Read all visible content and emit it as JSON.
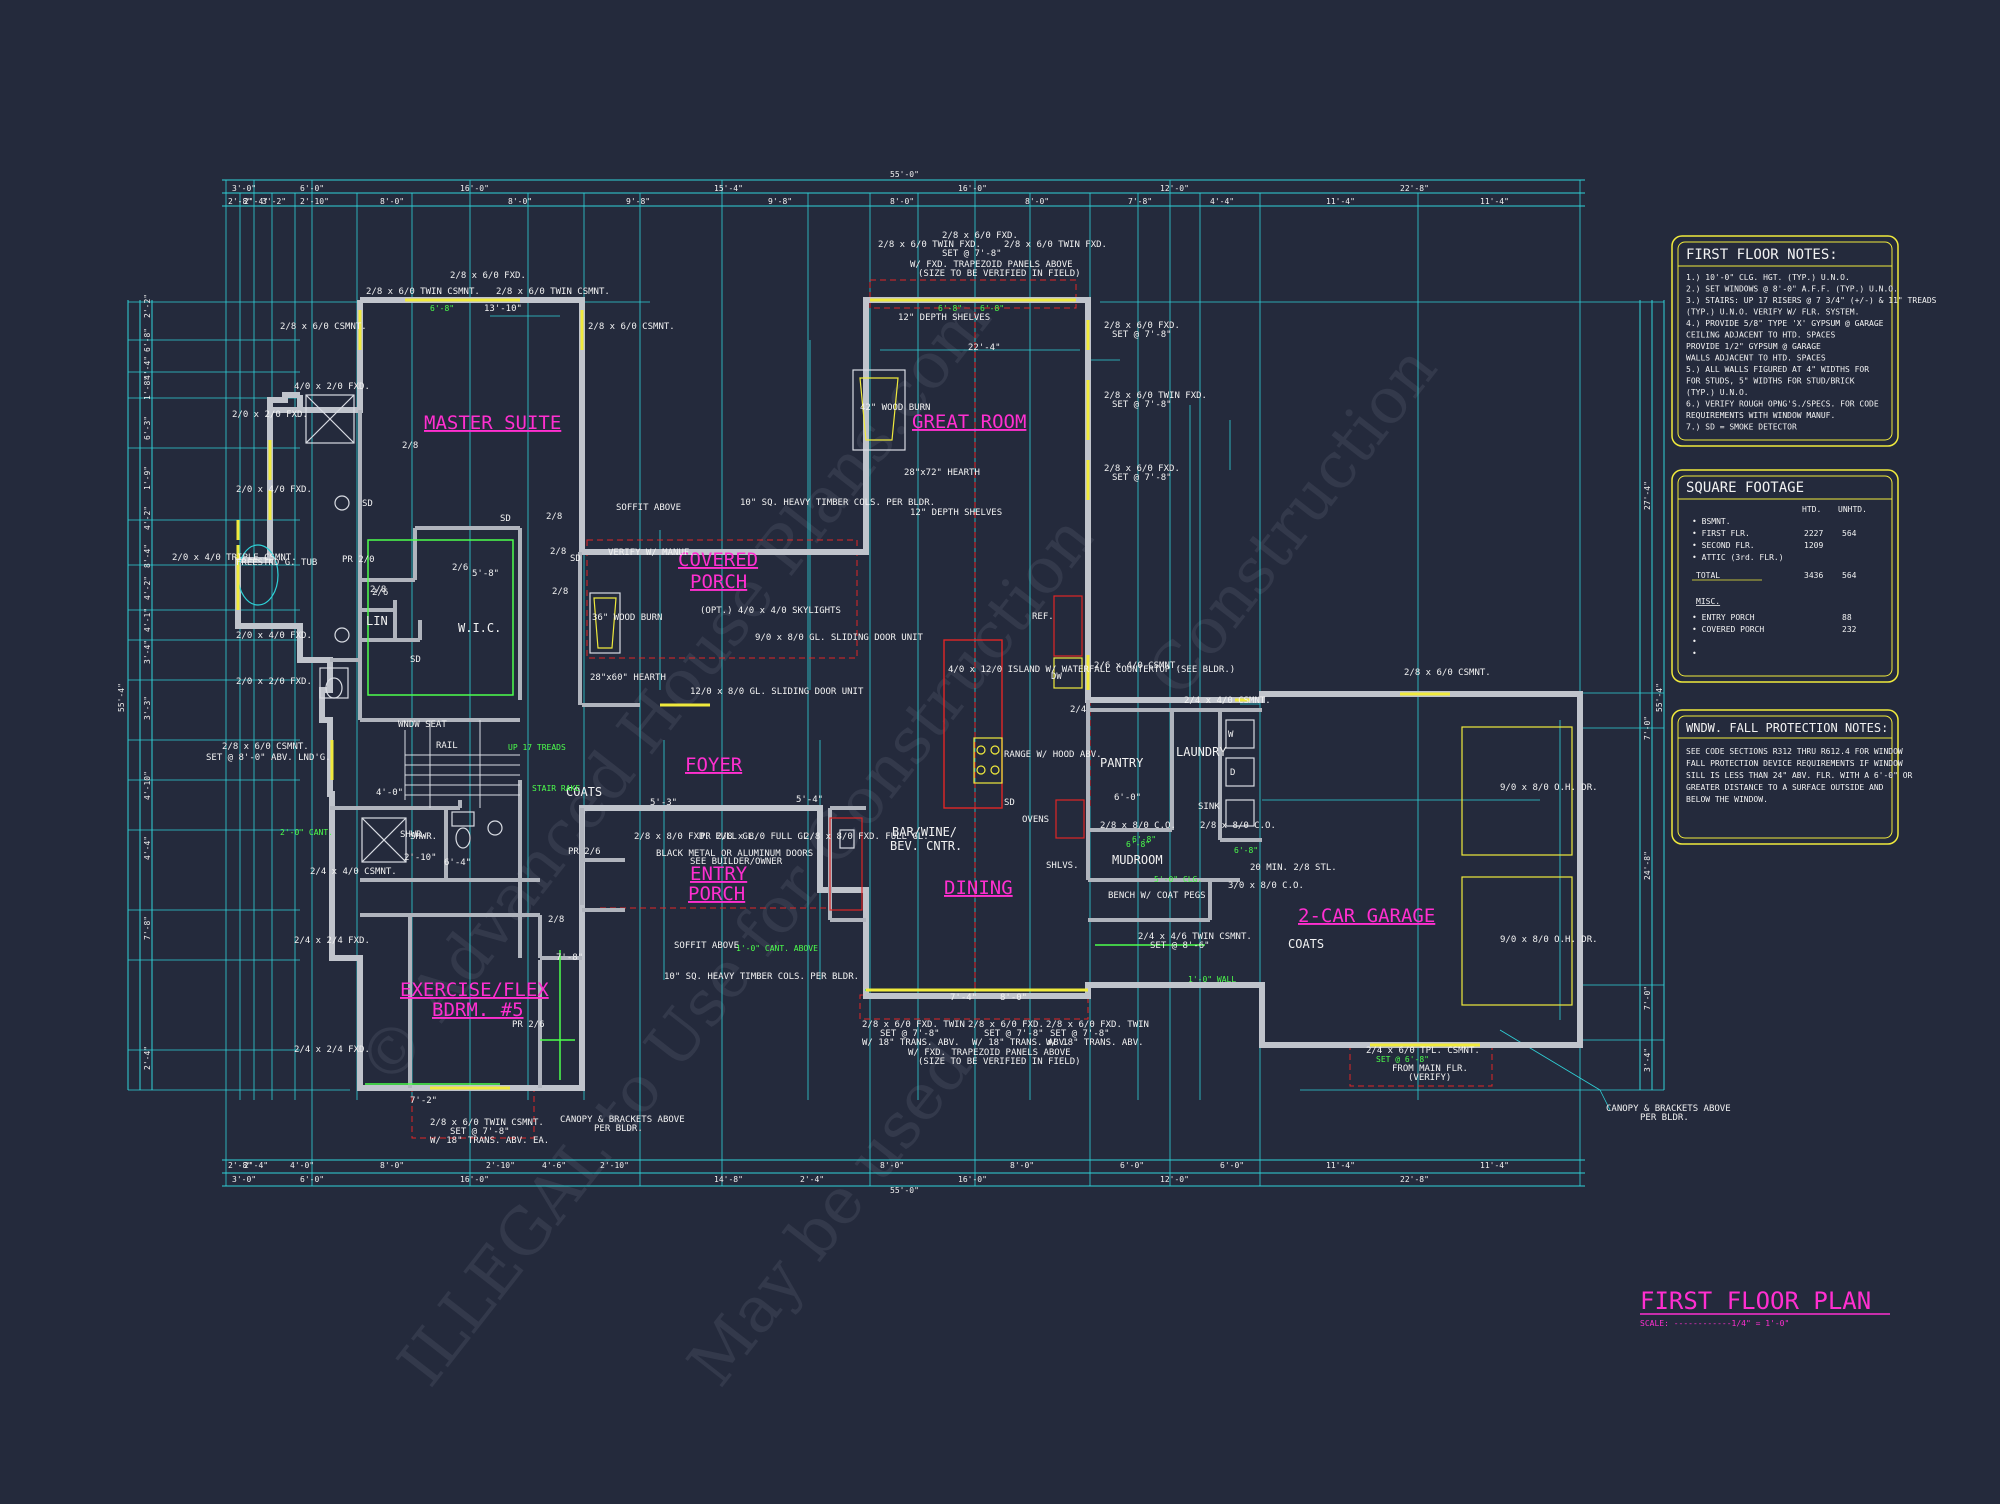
{
  "title_block": {
    "title": "FIRST FLOOR PLAN",
    "scale": "SCALE: ------------1/4\" = 1'-0\""
  },
  "watermarks": [
    "© Advanced House Plans.com",
    "Construction",
    "ILLEGAL to Use for Construction",
    "May be used"
  ],
  "colors": {
    "background": "#242a3c",
    "dimension": "#2fd2d8",
    "wall": "#b9bdc8",
    "room_label": "#ff2fd0",
    "window": "#f0ea3c",
    "hidden": "#e02626",
    "green": "#4cff4c",
    "notes_border": "#f0ea3c"
  },
  "rooms": {
    "master_suite": "MASTER SUITE",
    "great_room": "GREAT ROOM",
    "covered_porch": [
      "COVERED",
      "PORCH"
    ],
    "foyer": "FOYER",
    "entry_porch": [
      "ENTRY",
      "PORCH"
    ],
    "dining": "DINING",
    "garage": "2-CAR GARAGE",
    "exercise": [
      "EXERCISE/FLEX",
      "BDRM. #5"
    ]
  },
  "small_rooms": {
    "wic": "W.I.C.",
    "lin": "LIN",
    "pantry": "PANTRY",
    "laundry": "LAUNDRY",
    "mudroom": "MUDROOM",
    "coats1": "COATS",
    "coats2": "COATS",
    "bar": [
      "BAR/WINE/",
      "BEV. CNTR."
    ]
  },
  "overall_dims": {
    "top": "55'-0\"",
    "bottom": "55'-0\"",
    "left": "55'-4\"",
    "right": "55'-4\""
  },
  "top_dims_row1": [
    "3'-0\"",
    "6'-0\"",
    "16'-0\"",
    "15'-4\"",
    "16'-0\"",
    "12'-0\"",
    "22'-8\""
  ],
  "top_dims_row2": [
    "2'-8\"",
    "2'-4\"",
    "3'-2\"",
    "2'-10\"",
    "8'-0\"",
    "8'-0\"",
    "9'-8\"",
    "9'-8\"",
    "8'-0\"",
    "8'-0\"",
    "7'-8\"",
    "4'-4\"",
    "11'-4\"",
    "11'-4\""
  ],
  "bottom_dims_row1": [
    "2'-8\"",
    "2'-4\"",
    "4'-0\"",
    "8'-0\"",
    "2'-10\"",
    "4'-6\"",
    "2'-10\"",
    "8'-0\"",
    "8'-0\"",
    "6'-0\"",
    "6'-0\"",
    "11'-4\"",
    "11'-4\""
  ],
  "bottom_dims_row2": [
    "3'-0\"",
    "6'-0\"",
    "16'-0\"",
    "14'-8\"",
    "2'-4\"",
    "16'-0\"",
    "12'-0\"",
    "22'-8\""
  ],
  "left_dims": [
    "2'-2\"",
    "6'-8\"",
    "4'-4\"",
    "1'-8\"",
    "6'-3\"",
    "1'-9\"",
    "4'-2\"",
    "8'-4\"",
    "4'-2\"",
    "4'-1\"",
    "3'-4\"",
    "3'-3\"",
    "4'-10\"",
    "4'-4\"",
    "7'-8\"",
    "2'-4\""
  ],
  "right_dims": [
    "27'-4\"",
    "7'-0\"",
    "24'-8\"",
    "7'-0\"",
    "3'-4\""
  ],
  "callouts": [
    "2/8 x 6/0 FXD.",
    "2/8 x 6/0 TWIN CSMNT.",
    "2/8 x 6/0 TWIN CSMNT.",
    "2/8 x 6/0 CSMNT.",
    "2/8 x 6/0 CSMNT.",
    "4/0 x 2/0 FXD.",
    "2/0 x 2/0 FXD.",
    "2/0 x 4/0 FXD.",
    "2/0 x 4/0 TRIPLE CSMNT.",
    "2/0 x 4/0 FXD.",
    "2/0 x 2/0 FXD.",
    "2/8 x 6/0 CSMNT.",
    "SET @ 8'-0\" ABV. LND'G.",
    "2'-0\" CANT.",
    "2/4 x 4/0 CSMNT.",
    "2/4 x 2/4 FXD.",
    "2/4 x 2/4 FXD.",
    "2/8 x 6/0 TWIN CSMNT.",
    "SET @ 7'-8\"",
    "W/ 18\" TRANS. ABV. EA.",
    "CANOPY & BRACKETS ABOVE",
    "PER BLDR.",
    "2/8 x 6/0 FXD.",
    "2/8 x 6/0 TWIN FXD.",
    "2/8 x 6/0 TWIN FXD.",
    "SET @ 7'-8\"",
    "W/ FXD. TRAPEZOID PANELS ABOVE",
    "(SIZE TO BE VERIFIED IN FIELD)",
    "2/8 x 6/0 FXD.",
    "SET @ 7'-8\"",
    "2/8 x 6/0 TWIN FXD.",
    "SET @ 7'-8\"",
    "2/8 x 6/0 FXD.",
    "SET @ 7'-8\"",
    "2/6 x 4/0 CSMNT.",
    "2/4 x 4/0 CSMNT.",
    "2/8 x 6/0 CSMNT.",
    "2/8 x 6/0 FXD. TWIN",
    "SET @ 7'-8\"",
    "W/ 18\" TRANS. ABV.",
    "2/8 x 6/0 FXD.",
    "SET @ 7'-8\"",
    "W/ 18\" TRANS. ABV.",
    "2/8 x 6/0 FXD. TWIN",
    "SET @ 7'-8\"",
    "W/ 18\" TRANS. ABV.",
    "W/ FXD. TRAPEZOID PANELS ABOVE",
    "(SIZE TO BE VERIFIED IN FIELD)",
    "2/4 x 4/6 TWIN CSMNT.",
    "SET @ 8'-6\"",
    "2/4 x 6/0 TPL. CSMNT.",
    "SET @ 6'-8\"",
    "FROM MAIN FLR.",
    "(VERIFY)",
    "CANOPY & BRACKETS ABOVE",
    "PER BLDR.",
    "12\" DEPTH SHELVES",
    "42\" WOOD BURN",
    "28\"x72\" HEARTH",
    "12\" DEPTH SHELVES",
    "SOFFIT ABOVE",
    "10\" SQ. HEAVY TIMBER COLS. PER BLDR.",
    "VERIFY W/ MANUF.",
    "36\" WOOD BURN",
    "28\"x60\" HEARTH",
    "(OPT.) 4/0 x 4/0 SKYLIGHTS",
    "9/0 x 8/0 GL. SLIDING DOOR UNIT",
    "12/0 x 8/0 GL. SLIDING DOOR UNIT",
    "4/0 x 12/0 ISLAND W/ WATERFALL COUNTERTOP (SEE BLDR.)",
    "RANGE W/ HOOD ABV.",
    "OVENS",
    "REF.",
    "DW",
    "SINK",
    "W",
    "D",
    "2/8 x 8/0 FXD. FULL GL.",
    "PR 2/8 x 8/0 FULL GL.",
    "2/8 x 8/0 FXD. FULL GL.",
    "BLACK METAL OR ALUMINUM DOORS",
    "SEE BUILDER/OWNER",
    "SOFFIT ABOVE",
    "10\" SQ. HEAVY TIMBER COLS. PER BLDR.",
    "1'-0\" CANT. ABOVE",
    "9/0 x 8/0 O.H. DR.",
    "9/0 x 8/0 O.H. DR.",
    "20 MIN. 2/8 STL.",
    "BENCH W/ COAT PEGS",
    "5'-0\" CLG.",
    "1'-0\" WALL",
    "WNDW SEAT",
    "RAIL",
    "UP 17 TREADS",
    "STAIR RAKE",
    "SHWR.",
    "SHWR.",
    "FREESTND'G. TUB",
    "PR 2/0",
    "PR 2/6",
    "PR 2/6",
    "2/8",
    "2/8",
    "2/8",
    "2/6",
    "2/6",
    "2/8",
    "2/8",
    "2/8",
    "2/4",
    "2/8 x 8/0 C.O.",
    "2/8 x 8/0 C.O.",
    "3/0 x 8/0 C.O.",
    "SHLVS.",
    "SD",
    "SD",
    "SD",
    "SD",
    "SD",
    "6'-8\"",
    "6'-8\"",
    "6'-8\"",
    "6'-8\"",
    "6'-8\"",
    "6'-8\"",
    "13'-10\"",
    "7'-4\"",
    "8'-0\"",
    "22'-4\"",
    "5'-8\"",
    "5'-3\"",
    "6'-0\"",
    "4'-0\"",
    "6'-4\"",
    "2'-10\"",
    "7'-2\"",
    "7'-8\"",
    "5'-4\"",
    "2'-4\"",
    "4'-0\""
  ],
  "notes": {
    "first_floor": {
      "title": "FIRST FLOOR NOTES:",
      "lines": [
        "1.) 10'-0\" CLG. HGT. (TYP.) U.N.O.",
        "2.) SET WINDOWS @ 8'-0\" A.F.F. (TYP.) U.N.O.",
        "3.) STAIRS: UP 17 RISERS @ 7 3/4\" (+/-) & 11\" TREADS",
        "    (TYP.) U.N.O. VERIFY W/ FLR. SYSTEM.",
        "4.) PROVIDE 5/8\" TYPE 'X' GYPSUM @ GARAGE",
        "    CEILING ADJACENT TO HTD. SPACES",
        "    PROVIDE 1/2\" GYPSUM @ GARAGE",
        "    WALLS ADJACENT TO HTD. SPACES",
        "5.) ALL WALLS FIGURED AT 4\" WIDTHS FOR",
        "    FOR STUDS, 5\" WIDTHS FOR STUD/BRICK",
        "    (TYP.) U.N.O.",
        "6.) VERIFY ROUGH OPNG'S./SPECS. FOR CODE",
        "    REQUIREMENTS WITH WINDOW MANUF.",
        "7.) SD = SMOKE DETECTOR"
      ]
    },
    "square_footage": {
      "title": "SQUARE FOOTAGE",
      "col_htd": "HTD.",
      "col_unhtd": "UNHTD.",
      "rows": [
        {
          "label": "• BSMNT.",
          "htd": "",
          "unhtd": ""
        },
        {
          "label": "• FIRST FLR.",
          "htd": "2227",
          "unhtd": "564"
        },
        {
          "label": "• SECOND FLR.",
          "htd": "1209",
          "unhtd": ""
        },
        {
          "label": "• ATTIC (3rd. FLR.)",
          "htd": "",
          "unhtd": ""
        }
      ],
      "total_label": "TOTAL",
      "total_htd": "3436",
      "total_unhtd": "564",
      "misc_label": "MISC.",
      "misc_rows": [
        {
          "label": "• ENTRY PORCH",
          "value": "88"
        },
        {
          "label": "• COVERED PORCH",
          "value": "232"
        },
        {
          "label": "•",
          "value": ""
        },
        {
          "label": "•",
          "value": ""
        }
      ]
    },
    "fall_protection": {
      "title": "WNDW. FALL PROTECTION NOTES:",
      "lines": [
        "SEE CODE SECTIONS R312 THRU R612.4 FOR WINDOW",
        "FALL PROTECTION DEVICE REQUIREMENTS IF WINDOW",
        "SILL IS LESS THAN 24\" ABV. FLR. WITH A 6'-0\" OR",
        "GREATER DISTANCE TO A SURFACE OUTSIDE AND",
        "BELOW THE WINDOW."
      ]
    }
  }
}
